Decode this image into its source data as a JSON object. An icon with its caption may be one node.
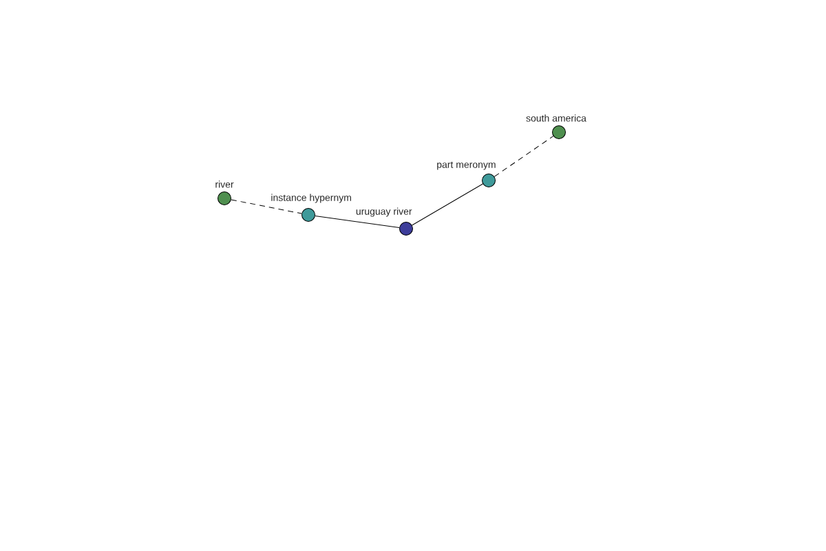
{
  "diagram": {
    "nodes": [
      {
        "text": [
          "river"
        ]
      },
      {
        "text": [
          "instance hypernym"
        ]
      },
      {
        "text": [
          "uruguay river"
        ]
      },
      {
        "text": [
          "part meronym"
        ]
      },
      {
        "text": [
          "south america"
        ]
      }
    ],
    "edges": [
      {
        "from": 0,
        "to": 1,
        "arrow": "none",
        "style": "dashed"
      },
      {
        "from": 1,
        "to": 2,
        "arrow": "none"
      },
      {
        "from": 2,
        "to": 3,
        "arrow": "none"
      },
      {
        "from": 3,
        "to": 4,
        "arrow": "none",
        "style": "dashed"
      }
    ]
  }
}
